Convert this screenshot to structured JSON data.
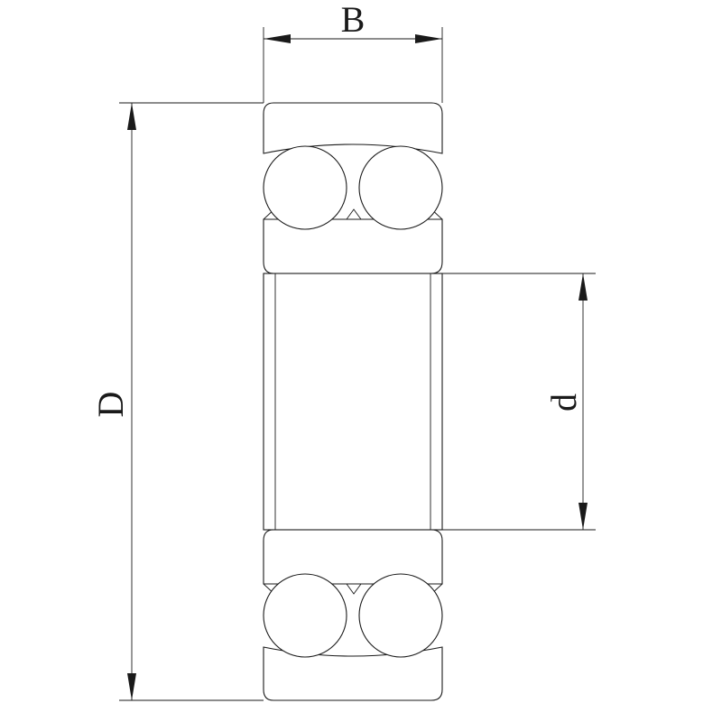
{
  "labels": {
    "width": "B",
    "outer_diameter": "D",
    "bore_diameter": "d"
  },
  "colors": {
    "line": "#1a1a1a",
    "background": "#ffffff"
  }
}
